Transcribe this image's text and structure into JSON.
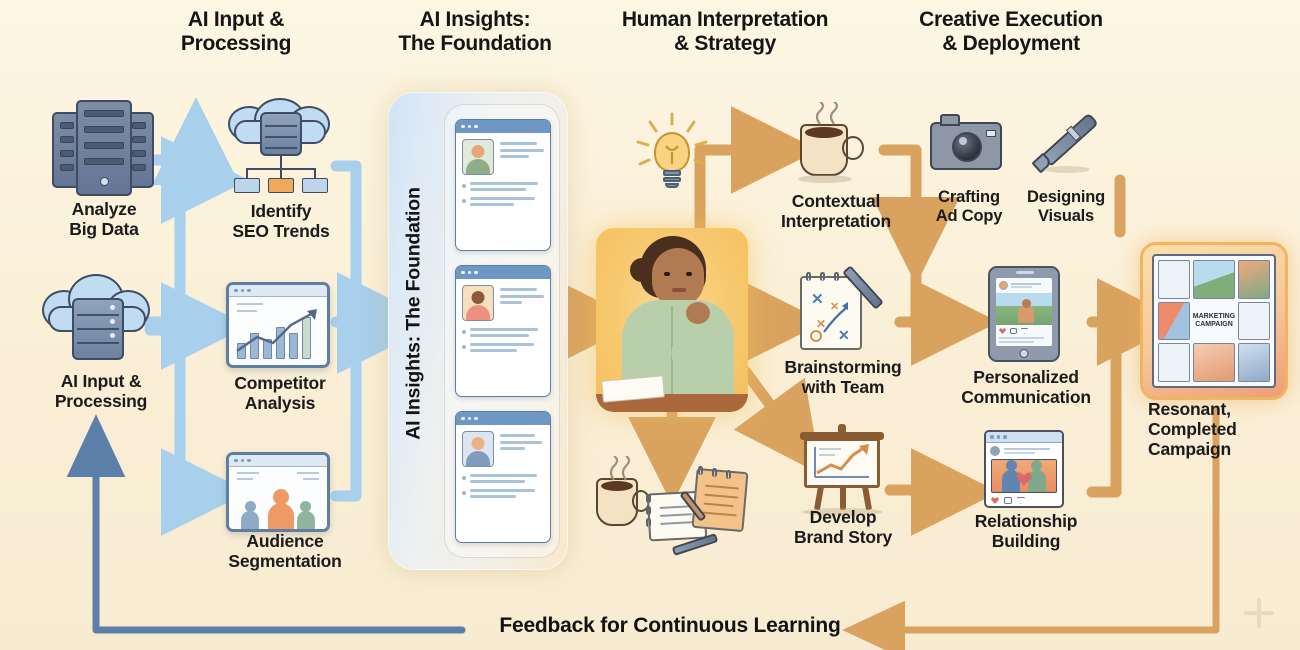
{
  "diagram": {
    "title_present": false,
    "background_color": "#faf0d7",
    "accent_blue": "#6f97c4",
    "accent_tan": "#d9a35f",
    "headers": [
      {
        "id": "ai-input-processing",
        "text": "AI Input &\nProcessing",
        "line1": "AI Input &",
        "line2": "Processing"
      },
      {
        "id": "ai-insights-foundation",
        "text": "AI Insights:\nThe Foundation",
        "line1": "AI Insights:",
        "line2": "The Foundation"
      },
      {
        "id": "human-interpretation-strategy",
        "text": "Human Interpretation\n& Strategy",
        "line1": "Human Interpretation",
        "line2": "& Strategy"
      },
      {
        "id": "creative-execution-deployment",
        "text": "Creative Execution\n& Deployment",
        "line1": "Creative Execution",
        "line2": "& Deployment"
      }
    ],
    "stage1_nodes": [
      {
        "id": "analyze-big-data",
        "icon": "server-rack-icon",
        "line1": "Analyze",
        "line2": "Big Data"
      },
      {
        "id": "ai-input-processing-node",
        "icon": "cloud-database-icon",
        "line1": "AI Input &",
        "line2": "Processing"
      }
    ],
    "stage2_nodes": [
      {
        "id": "identify-seo-trends",
        "icon": "cloud-hierarchy-icon",
        "line1": "Identify",
        "line2": "SEO Trends"
      },
      {
        "id": "competitor-analysis",
        "icon": "bar-chart-screen-icon",
        "line1": "Competitor",
        "line2": "Analysis"
      },
      {
        "id": "audience-segmentation",
        "icon": "audience-screen-icon",
        "line1": "Audience",
        "line2": "Segmentation"
      }
    ],
    "foundation_panel": {
      "id": "ai-insights-foundation-panel",
      "rotated_label": "AI Insights: The Foundation",
      "cards": [
        {
          "id": "insight-card-1",
          "avatar": "male-avatar-green"
        },
        {
          "id": "insight-card-2",
          "avatar": "female-avatar-coral"
        },
        {
          "id": "insight-card-3",
          "avatar": "person-avatar-blue"
        }
      ]
    },
    "human_stage": {
      "id": "human-thinker",
      "icons": [
        "lightbulb-icon",
        "woman-thinking-illustration",
        "coffee-notepad-pen-illustration"
      ]
    },
    "stage3_nodes": [
      {
        "id": "contextual-interpretation",
        "icon": "coffee-mug-icon",
        "line1": "Contextual",
        "line2": "Interpretation"
      },
      {
        "id": "brainstorming-with-team",
        "icon": "notepad-strategy-pen-icon",
        "line1": "Brainstorming",
        "line2": "with Team"
      },
      {
        "id": "develop-brand-story",
        "icon": "easel-growth-chart-icon",
        "line1": "Develop",
        "line2": "Brand Story"
      }
    ],
    "stage4_nodes": [
      {
        "id": "crafting-ad-copy",
        "icon": "camera-icon",
        "line1": "Crafting",
        "line2": "Ad Copy"
      },
      {
        "id": "designing-visuals",
        "icon": "stylus-pen-icon",
        "line1": "Designing",
        "line2": "Visuals"
      },
      {
        "id": "personalized-communication",
        "icon": "tablet-social-post-icon",
        "line1": "Personalized",
        "line2": "Communication"
      },
      {
        "id": "relationship-building",
        "icon": "social-post-heart-icon",
        "line1": "Relationship",
        "line2": "Building"
      }
    ],
    "final_node": {
      "id": "resonant-completed-campaign",
      "icon": "campaign-collage-icon",
      "board_text_line1": "MARKETING",
      "board_text_line2": "CAMPAIGN",
      "line1": "Resonant,",
      "line2": "Completed",
      "line3": "Campaign"
    },
    "feedback_loop": {
      "id": "feedback-for-continuous-learning",
      "label": "Feedback for Continuous Learning",
      "left_arrow_color": "#5b7fa8",
      "right_arrow_color": "#d9a35f"
    },
    "decoration": {
      "id": "sparkle-icon"
    }
  }
}
